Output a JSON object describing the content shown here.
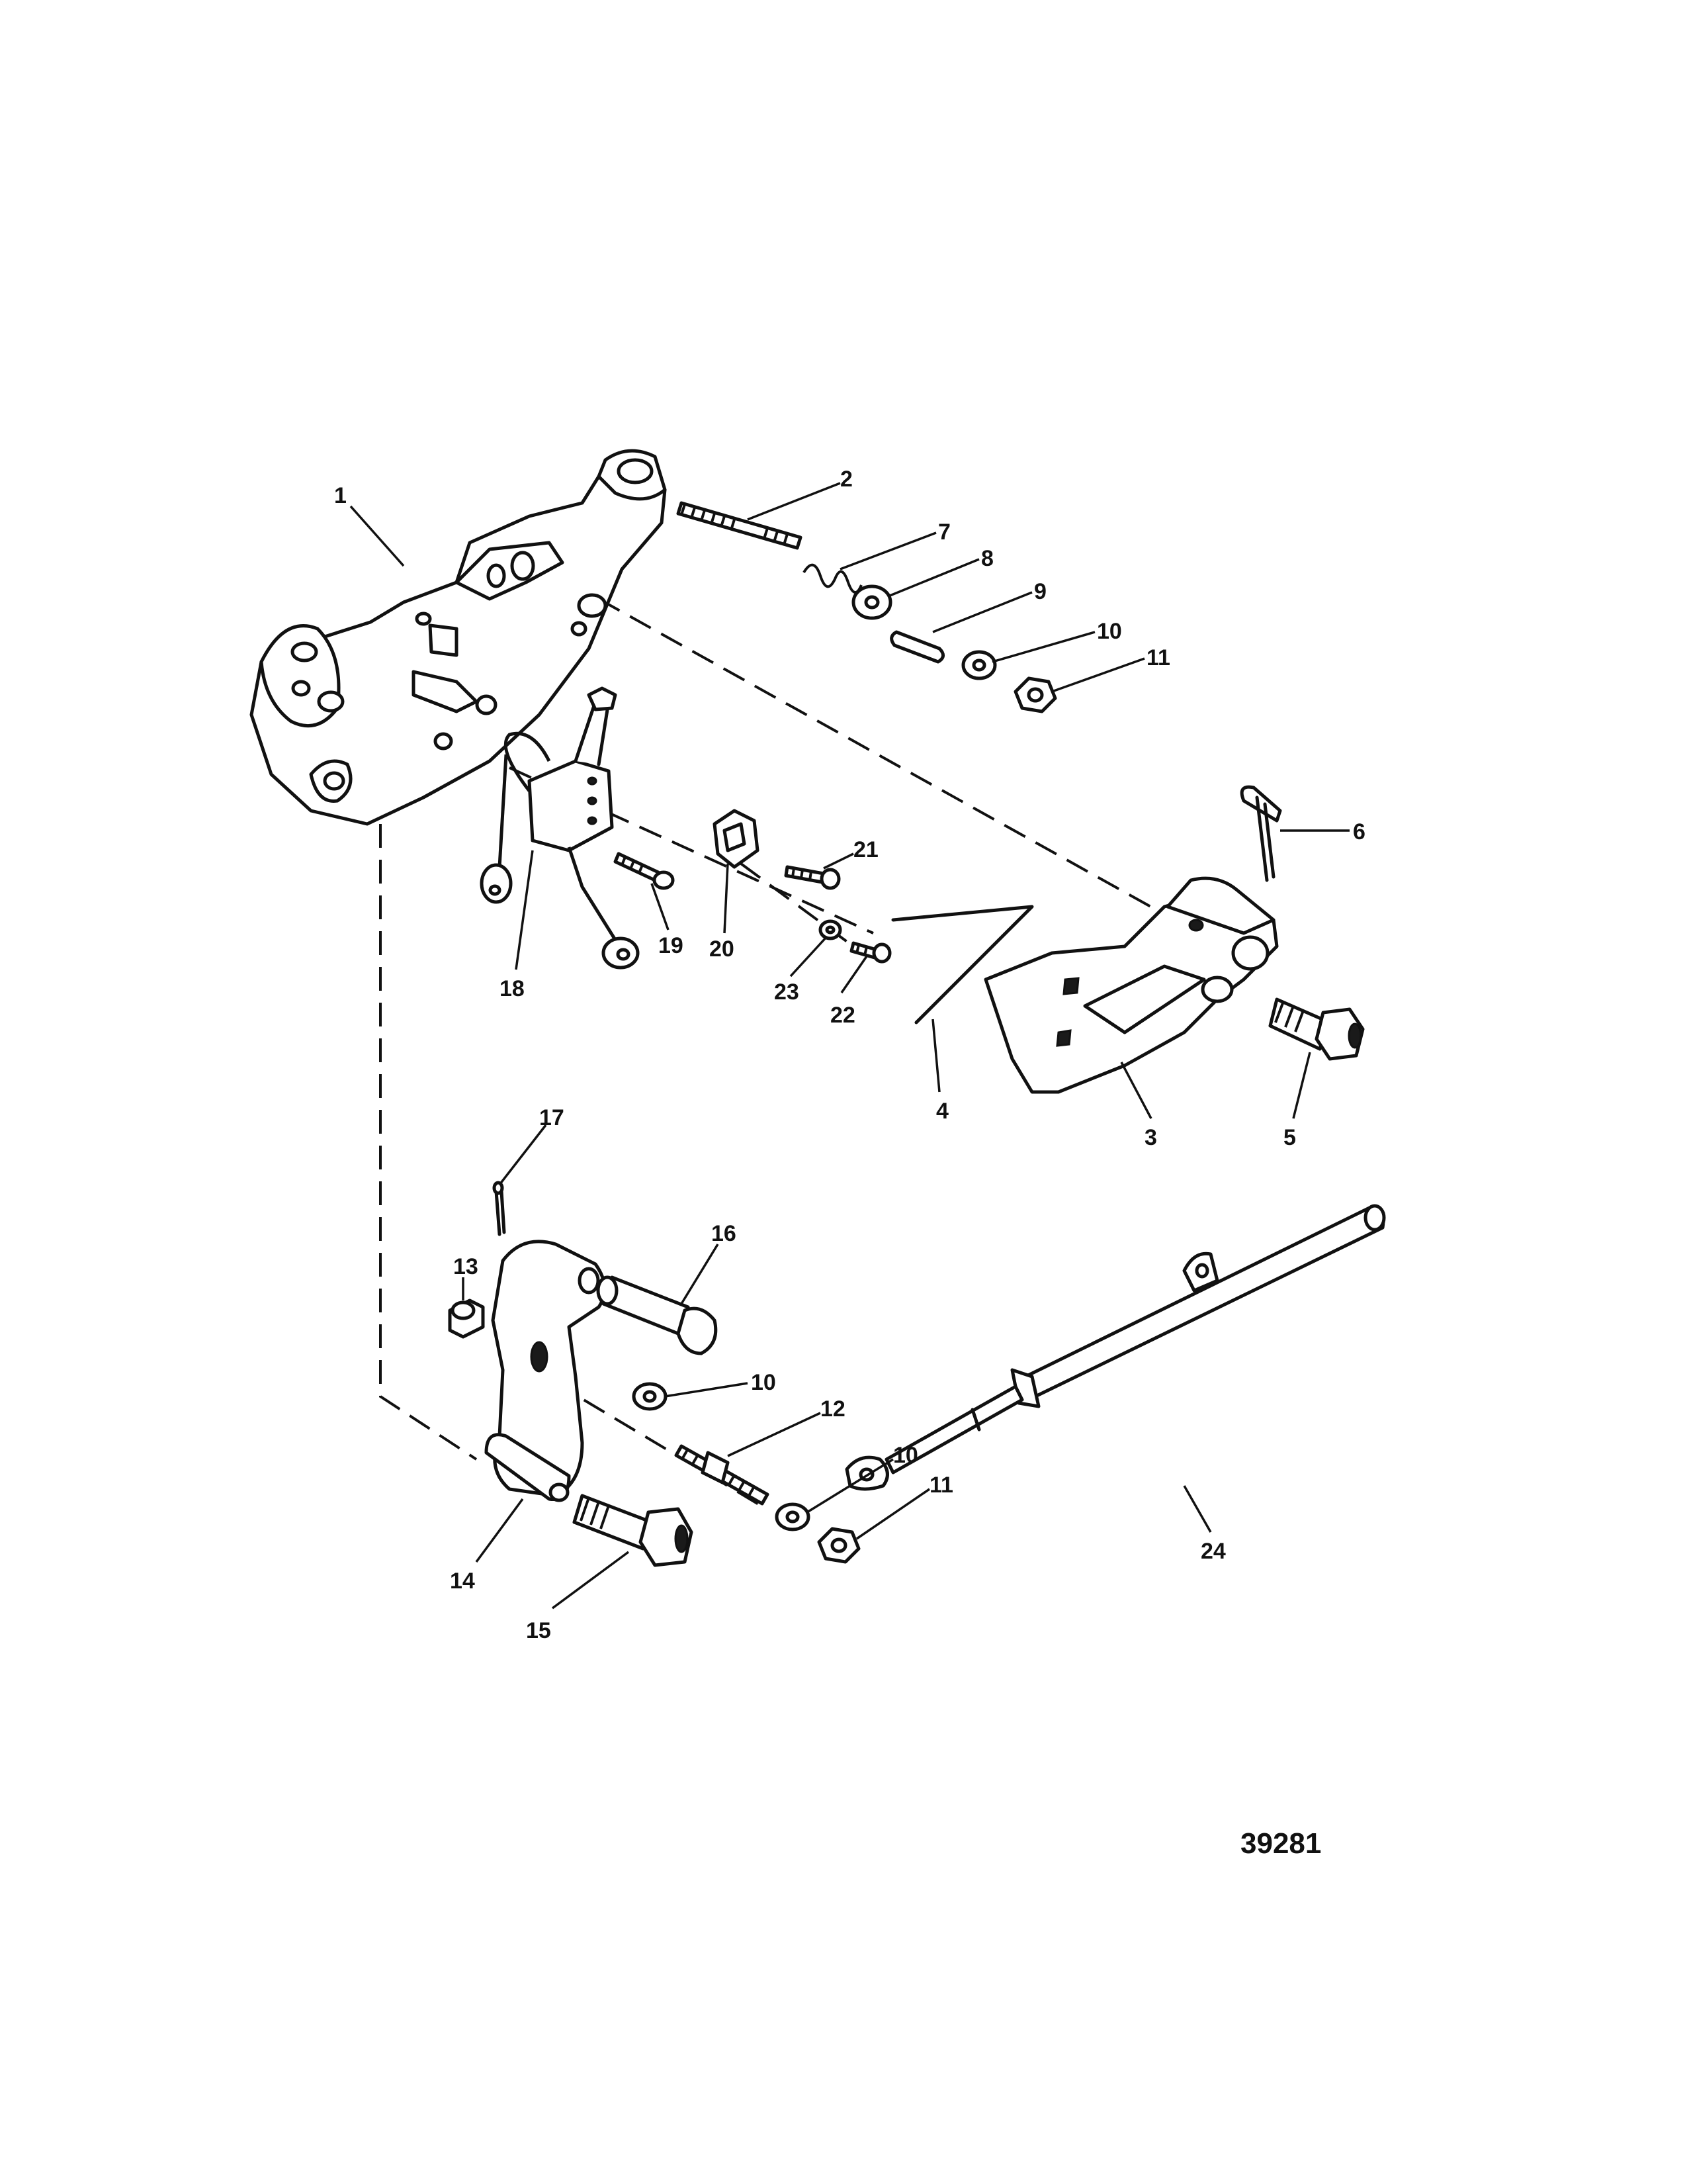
{
  "figure_number": "39281",
  "callouts": {
    "c1": "1",
    "c2": "2",
    "c3": "3",
    "c4": "4",
    "c5": "5",
    "c6": "6",
    "c7": "7",
    "c8": "8",
    "c9": "9",
    "c10a": "10",
    "c10b": "10",
    "c10c": "10",
    "c11a": "11",
    "c11b": "11",
    "c12": "12",
    "c13": "13",
    "c14": "14",
    "c15": "15",
    "c16": "16",
    "c17": "17",
    "c18": "18",
    "c19": "19",
    "c20": "20",
    "c21": "21",
    "c22": "22",
    "c23": "23",
    "c24": "24"
  }
}
